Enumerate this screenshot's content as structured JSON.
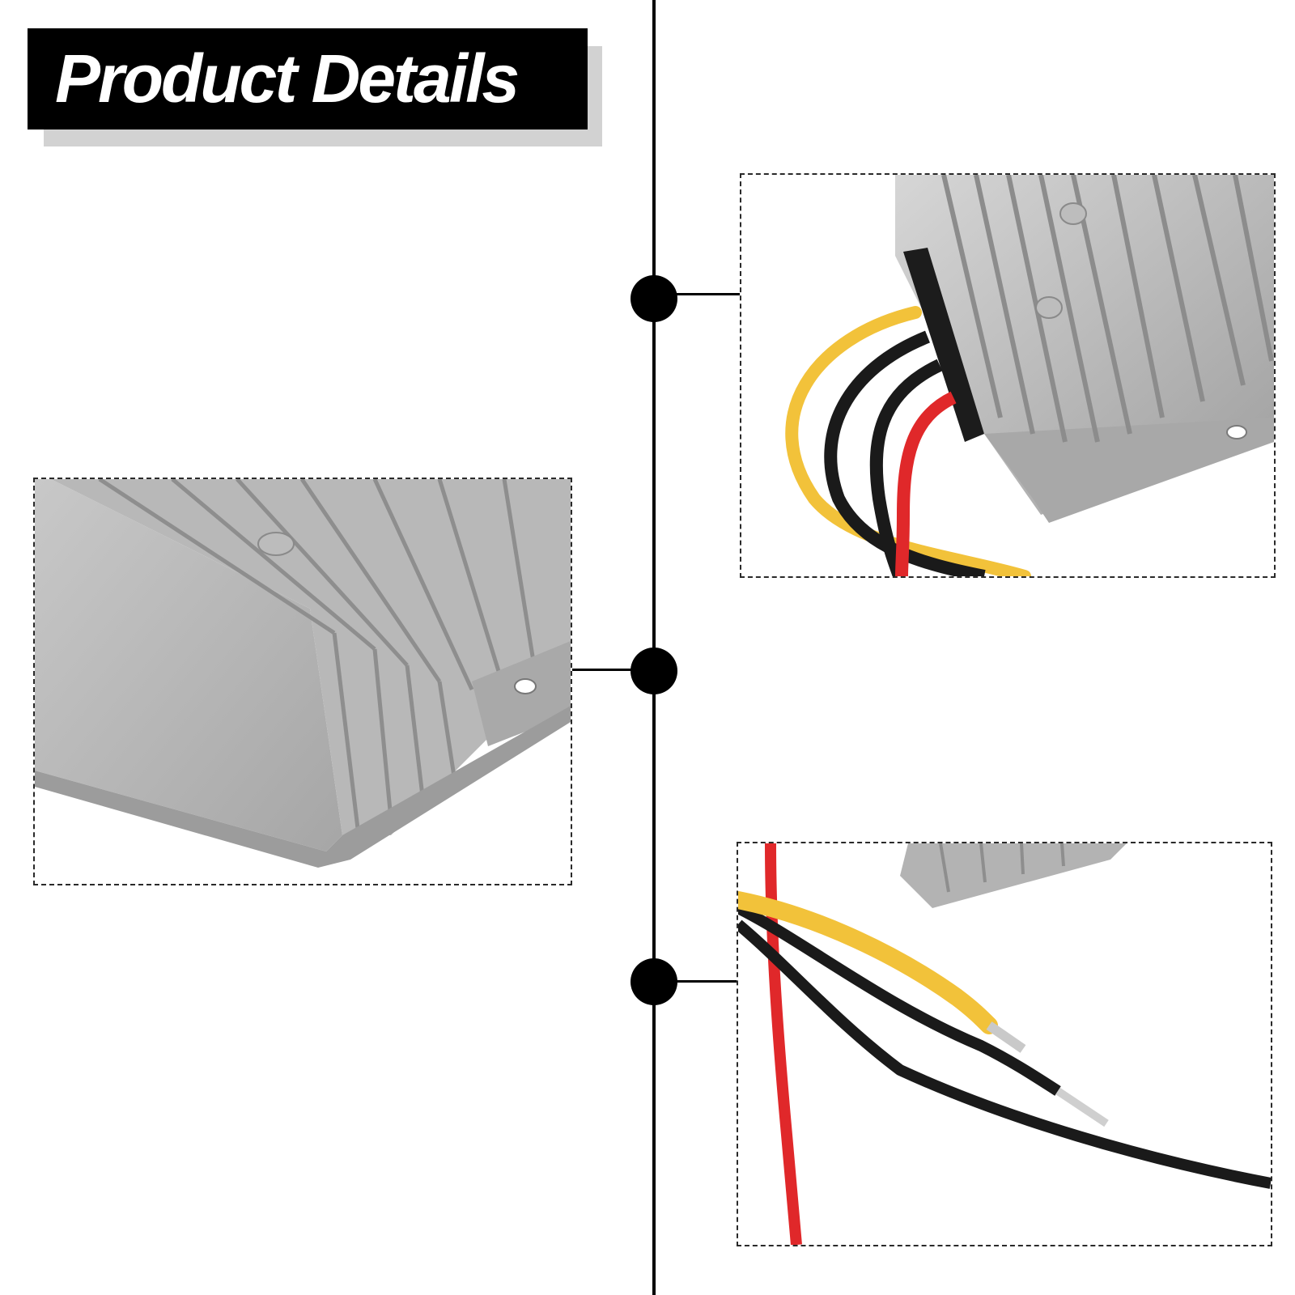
{
  "header": {
    "title": "Product Details"
  },
  "colors": {
    "title_bg": "#000000",
    "title_text": "#ffffff",
    "title_shadow": "#d2d2d2",
    "aluminum": "#b4b4b4",
    "wire_yellow": "#f2c23a",
    "wire_black": "#1a1a1a",
    "wire_red": "#e0282a"
  },
  "panels": [
    {
      "subject": "connector-wire-closeup",
      "icon": "converter-connector-photo"
    },
    {
      "subject": "heatsink-fin-closeup",
      "icon": "heatsink-corner-photo"
    },
    {
      "subject": "wire-ends-closeup",
      "icon": "stripped-wire-photo"
    }
  ]
}
